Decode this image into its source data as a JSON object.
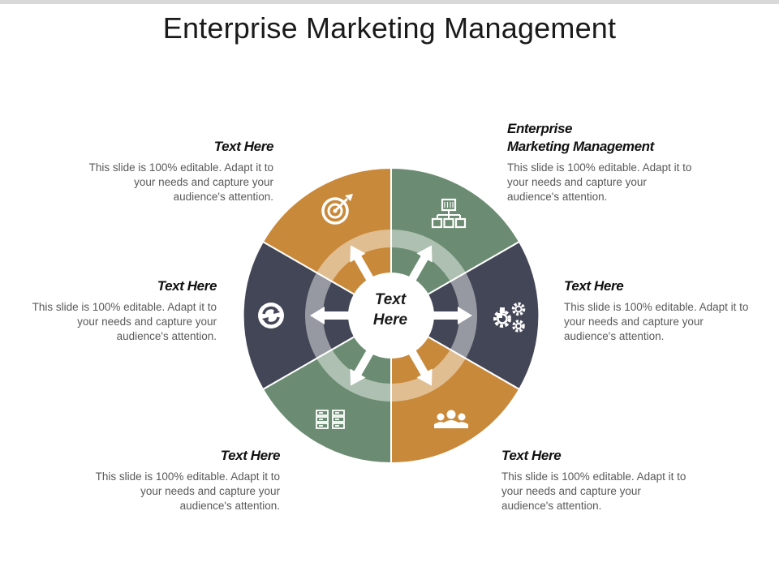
{
  "title": "Enterprise Marketing Management",
  "center": {
    "label": "Text Here"
  },
  "colors": {
    "orange": "#c9893a",
    "green": "#6b8c72",
    "dark": "#434656",
    "ring": "#d9d9d9",
    "text_head": "#111111",
    "text_body": "#595959"
  },
  "items": [
    {
      "heading": "Enterprise Marketing Management",
      "heading_line1": "Enterprise",
      "heading_line2": "Marketing Management",
      "body": "This slide is 100% editable. Adapt it to your needs and capture your audience's attention.",
      "icon": "hierarchy-icon",
      "color": "green"
    },
    {
      "heading": "Text Here",
      "body": "This slide is 100% editable. Adapt it to your needs and capture your audience's attention.",
      "icon": "gears-icon",
      "color": "dark"
    },
    {
      "heading": "Text Here",
      "body": "This slide is 100% editable. Adapt it to your needs and capture your audience's attention.",
      "icon": "team-icon",
      "color": "orange"
    },
    {
      "heading": "Text Here",
      "body": "This slide is 100% editable. Adapt it to your needs and capture your audience's attention.",
      "icon": "server-icon",
      "color": "green"
    },
    {
      "heading": "Text Here",
      "body": "This slide is 100% editable. Adapt it to your needs and capture your audience's attention.",
      "icon": "refresh-icon",
      "color": "dark"
    },
    {
      "heading": "Text Here",
      "body": "This slide is 100% editable. Adapt it to your needs and capture your audience's attention.",
      "icon": "target-icon",
      "color": "orange"
    }
  ]
}
